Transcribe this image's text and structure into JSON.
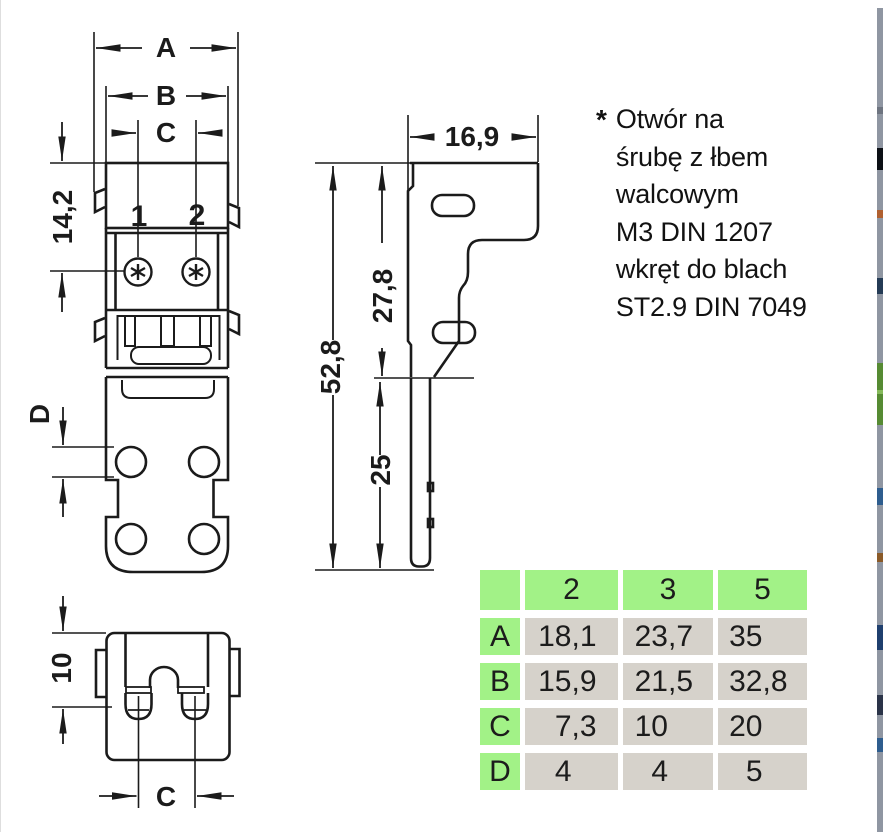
{
  "drawing": {
    "front_view": {
      "dim_width_outer": "A",
      "dim_width_body": "B",
      "dim_pole_spacing": "C",
      "dim_top_to_screw": "14,2",
      "dim_hole_diameter": "D",
      "pole_1": "1",
      "pole_2": "2"
    },
    "side_view": {
      "dim_depth": "16,9",
      "dim_total_height": "52,8",
      "dim_upper_height": "27,8",
      "dim_lower_height": "25"
    },
    "bottom_view": {
      "dim_height": "10",
      "dim_pole_spacing": "C"
    }
  },
  "note": {
    "marker": "*",
    "lines": [
      "Otwór na",
      "śrubę z łbem",
      "walcowym",
      "M3 DIN 1207",
      "wkręt do blach",
      "ST2.9 DIN 7049"
    ]
  },
  "table": {
    "corner": "",
    "columns": [
      "2",
      "3",
      "5"
    ],
    "rows": [
      {
        "label": "A",
        "values": [
          "18,1",
          "23,7",
          "35"
        ]
      },
      {
        "label": "B",
        "values": [
          "15,9",
          "21,5",
          "32,8"
        ]
      },
      {
        "label": "C",
        "values": [
          "7,3",
          "10",
          "20"
        ]
      },
      {
        "label": "D",
        "values": [
          "4",
          "4",
          "5"
        ]
      }
    ]
  },
  "colors": {
    "line": "#1b1b1b",
    "table_header_bg": "#a2f287",
    "table_cell_bg": "#d6d2cb",
    "table_text": "#1c1c1c",
    "background": "#ffffff"
  }
}
